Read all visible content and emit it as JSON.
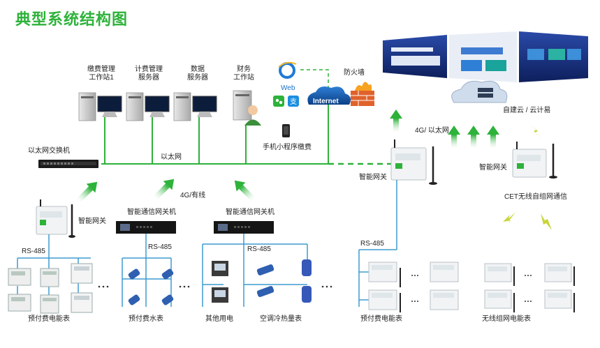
{
  "title": "典型系统结构图",
  "stations": [
    {
      "line1": "缴费管理",
      "line2": "工作站1"
    },
    {
      "line1": "计费管理",
      "line2": "服务器"
    },
    {
      "line1": "数据",
      "line2": "服务器"
    },
    {
      "line1": "财务",
      "line2": "工作站"
    }
  ],
  "labels": {
    "ethernet_switch": "以太网交换机",
    "ethernet": "以太网",
    "web": "Web",
    "internet": "Internet",
    "firewall": "防火墙",
    "mobile_pay": "手机小程序缴费",
    "cloud": "自建云 / 云计易",
    "uplink": "4G/ 以太网",
    "gateway_center": "智能网关",
    "gateway_right": "智能网关",
    "cet_wireless": "CET无线自组网通信",
    "gateway_left": "智能网关",
    "comm_gw_1": "智能通信网关机",
    "comm_gw_2": "智能通信网关机",
    "wired_4g": "4G/有线",
    "rs485_1": "RS-485",
    "rs485_2": "RS-485",
    "rs485_3": "RS-485",
    "rs485_4": "RS-485",
    "prepaid_meter": "预付费电能表",
    "prepaid_water": "预付费水表",
    "other_power": "其他用电",
    "ac_heat": "空调冷热量表",
    "prepaid_meter_2": "预付费电能表",
    "wireless_meter": "无线组网电能表"
  },
  "colors": {
    "accent": "#2db23a",
    "arrow": "#3aa84a",
    "lightning": "#c8d43a",
    "line": "#3d9ad1",
    "firewall": "#e0622b"
  }
}
